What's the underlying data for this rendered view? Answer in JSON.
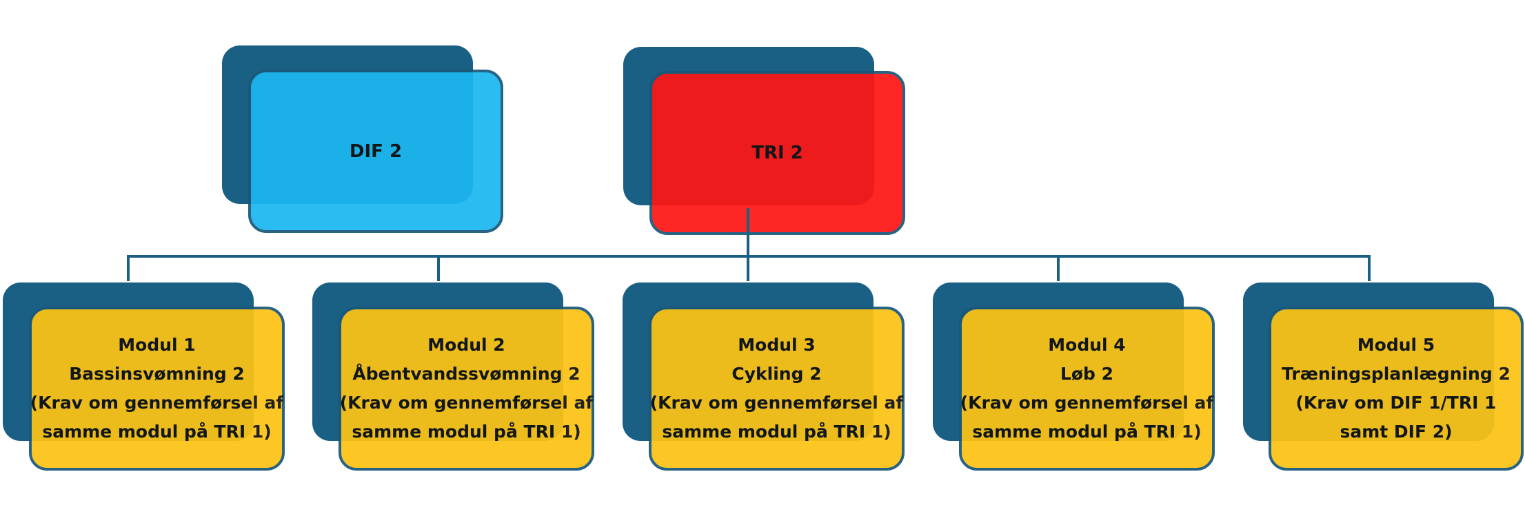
{
  "colors": {
    "shadow": "#1a5f84",
    "border": "#19587a",
    "dif": "#1cb8f0",
    "tri": "#ff1616",
    "module": "#fcc315",
    "connector": "#1a5f84"
  },
  "top_nodes": [
    {
      "label": "DIF 2",
      "color": "#1cb8f0"
    },
    {
      "label": "TRI 2",
      "color": "#ff1616"
    }
  ],
  "modules": [
    {
      "lines": [
        "Modul 1",
        "Bassinsvømning 2",
        "(Krav om gennemførsel af",
        "samme modul på TRI 1)"
      ]
    },
    {
      "lines": [
        "Modul 2",
        "Åbentvandssvømning 2",
        "(Krav om gennemførsel af",
        "samme modul på TRI 1)"
      ]
    },
    {
      "lines": [
        "Modul 3",
        "Cykling 2",
        "(Krav om gennemførsel af",
        "samme modul på TRI 1)"
      ]
    },
    {
      "lines": [
        "Modul 4",
        "Løb 2",
        "(Krav om gennemførsel af",
        "samme modul på TRI 1)"
      ]
    },
    {
      "lines": [
        "Modul 5",
        "Træningsplanlægning 2",
        "(Krav om DIF 1/TRI 1",
        "samt DIF 2)"
      ]
    }
  ]
}
